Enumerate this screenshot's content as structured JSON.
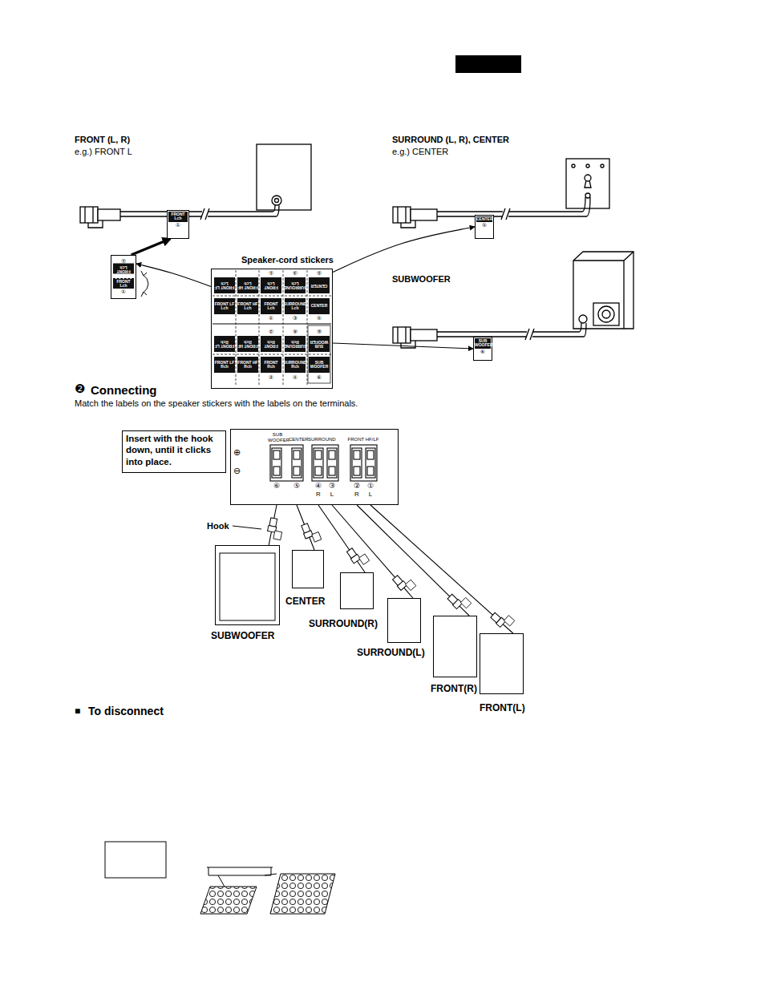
{
  "diagram": {
    "nodes": [
      {
        "text": [
          "①",
          "FRONT Lch",
          "FRONT Lch",
          "①"
        ]
      },
      {
        "text": [
          "Speaker-cord stickers"
        ]
      },
      {
        "text": [
          "FRONT Lch",
          "①"
        ]
      },
      {
        "text": [
          "CENTER",
          "⑤"
        ]
      },
      {
        "text": [
          "SUB WOOFER",
          "⑥"
        ]
      },
      {
        "text": [
          "Insert with the hook down, until it clicks into place."
        ]
      },
      {
        "text": [
          "SUB WOOFER",
          "CENTER",
          "SURROUND",
          "FRONT HF/LF"
        ]
      },
      {
        "text": [
          "SUBWOOFER"
        ]
      },
      {
        "text": [
          "CENTER"
        ]
      },
      {
        "text": [
          "SURROUND(R)"
        ]
      },
      {
        "text": [
          "SURROUND(L)"
        ]
      },
      {
        "text": [
          "FRONT(R)"
        ]
      },
      {
        "text": [
          "FRONT(L)"
        ]
      }
    ],
    "edges": [
      {
        "from": 1,
        "to": 0,
        "arrow": "to"
      },
      {
        "from": 0,
        "to": 2,
        "arrow": "to"
      },
      {
        "from": 1,
        "to": 3,
        "arrow": "to"
      },
      {
        "from": 1,
        "to": 4,
        "arrow": "to"
      },
      {
        "from": 7,
        "to": 6,
        "arrow": "none"
      },
      {
        "from": 8,
        "to": 6,
        "arrow": "none"
      },
      {
        "from": 9,
        "to": 6,
        "arrow": "none"
      },
      {
        "from": 10,
        "to": 6,
        "arrow": "none"
      },
      {
        "from": 11,
        "to": 6,
        "arrow": "none"
      },
      {
        "from": 12,
        "to": 6,
        "arrow": "none"
      }
    ],
    "labels": [
      "FRONT (L, R)",
      "e.g.) FRONT L",
      "SURROUND (L, R), CENTER",
      "e.g.) CENTER",
      "SUBWOOFER",
      "①",
      "③",
      "⑤",
      "FRONT LF Lch",
      "FRONT HF Lch",
      "FRONT Lch",
      "SURROUND Lch",
      "CENTER",
      "FRONT LF Lch",
      "FRONT HF Lch",
      "FRONT Lch",
      "SURROUND Lch",
      "CENTER",
      "①",
      "③",
      "⑤",
      "②",
      "④",
      "⑥",
      "FRONT LF Rch",
      "FRONT HF Rch",
      "FRONT Rch",
      "SURROUND Rch",
      "SUB WOOFER",
      "FRONT LF Rch",
      "FRONT HF Rch",
      "FRONT Rch",
      "SURROUND Rch",
      "SUB WOOFER",
      "②",
      "④",
      "⑥",
      "❷",
      "Connecting",
      "Match the labels on the speaker stickers with the labels on the terminals.",
      "⊕",
      "⊖",
      "⑥",
      "⑤",
      "④",
      "③",
      "②",
      "①",
      "R",
      "L",
      "R",
      "L",
      "Hook",
      "■",
      "To disconnect"
    ]
  }
}
